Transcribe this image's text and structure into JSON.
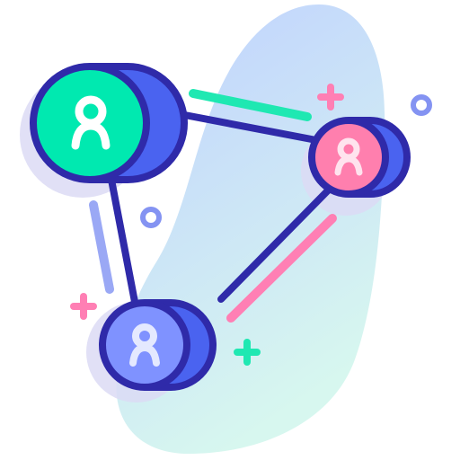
{
  "icon": {
    "name": "network-connection-icon",
    "nodes": [
      {
        "name": "node-top-left",
        "fill": "#00e9b0",
        "ring": "#2f2aa9",
        "shell": "#4a63f0",
        "glyph": "#ffffff"
      },
      {
        "name": "node-right",
        "fill": "#ff7fae",
        "ring": "#2f2aa9",
        "shell": "#4a63f0",
        "glyph": "#ffe3ee"
      },
      {
        "name": "node-bottom",
        "fill": "#7f92ff",
        "ring": "#2f2aa9",
        "shell": "#4a63f0",
        "glyph": "#e4e9ff"
      }
    ],
    "colors": {
      "outline": "#2f2aa9",
      "blob_start": "#bfd0ff",
      "blob_end": "#d7f7ef",
      "shadow": "#dcdaf4",
      "accent_mint": "#1fe8b2",
      "accent_pink": "#ff7fb4",
      "accent_blue": "#9aa8f5",
      "dot_blue": "#8493f2"
    }
  }
}
